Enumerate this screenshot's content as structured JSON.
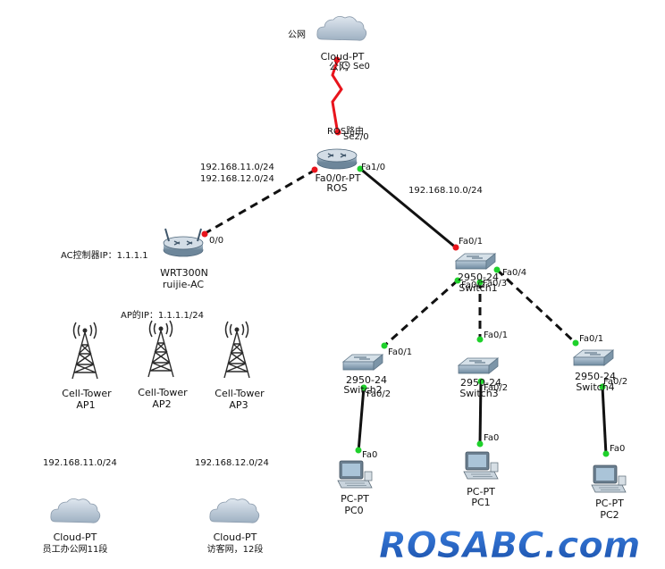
{
  "notes": {
    "internet": "公网",
    "ac_ip": "AC控制器IP：1.1.1.1",
    "ap_ip": "AP的IP：1.1.1.1/24",
    "ros_top": "ROS路由"
  },
  "networks": {
    "n11_top": "192.168.11.0/24",
    "n12_top": "192.168.12.0/24",
    "n10": "192.168.10.0/24",
    "n11_bottom": "192.168.11.0/24",
    "n12_bottom": "192.168.12.0/24"
  },
  "devices": {
    "cloud_top": {
      "type": "Cloud-PT",
      "name": "公网"
    },
    "ros": {
      "type": "Fa0/0r-PT",
      "name": "ROS"
    },
    "ac": {
      "type": "WRT300N",
      "name": "ruijie-AC"
    },
    "sw1": {
      "type": "2950-24",
      "name": "Switch1"
    },
    "sw2": {
      "type": "2950-24",
      "name": "Switch2"
    },
    "sw3": {
      "type": "2950-24",
      "name": "Switch3"
    },
    "sw4": {
      "type": "2950-24",
      "name": "Switch4"
    },
    "pc0": {
      "type": "PC-PT",
      "name": "PC0"
    },
    "pc1": {
      "type": "PC-PT",
      "name": "PC1"
    },
    "pc2": {
      "type": "PC-PT",
      "name": "PC2"
    },
    "ap1": {
      "type": "Cell-Tower",
      "name": "AP1"
    },
    "ap2": {
      "type": "Cell-Tower",
      "name": "AP2"
    },
    "ap3": {
      "type": "Cell-Tower",
      "name": "AP3"
    },
    "cloud_staff": {
      "type": "Cloud-PT",
      "name": "员工办公网11段"
    },
    "cloud_guest": {
      "type": "Cloud-PT",
      "name": "访客网，12段"
    }
  },
  "ports": {
    "cloud_se0": "Se0",
    "ros_se": "Se2/0",
    "ros_fa10": "Fa1/0",
    "ac_00": "0/0",
    "sw1_fa01": "Fa0/1",
    "sw1_fa02": "Fa0/2",
    "sw1_fa03": "Fa0/3",
    "sw1_fa04": "Fa0/4",
    "sw2_fa01": "Fa0/1",
    "sw2_fa02": "Fa0/2",
    "sw3_fa01": "Fa0/1",
    "sw3_fa02": "Fa0/2",
    "sw4_fa01": "Fa0/1",
    "sw4_fa02": "Fa0/2",
    "pc0_fa0": "Fa0",
    "pc1_fa0": "Fa0",
    "pc2_fa0": "Fa0"
  },
  "watermark": "ROSABC.com",
  "colors": {
    "link": "#111111",
    "serial": "#e8141c",
    "port_green": "#1fd12b",
    "port_red": "#e8141c",
    "watermark_blue": "#2266c8"
  }
}
